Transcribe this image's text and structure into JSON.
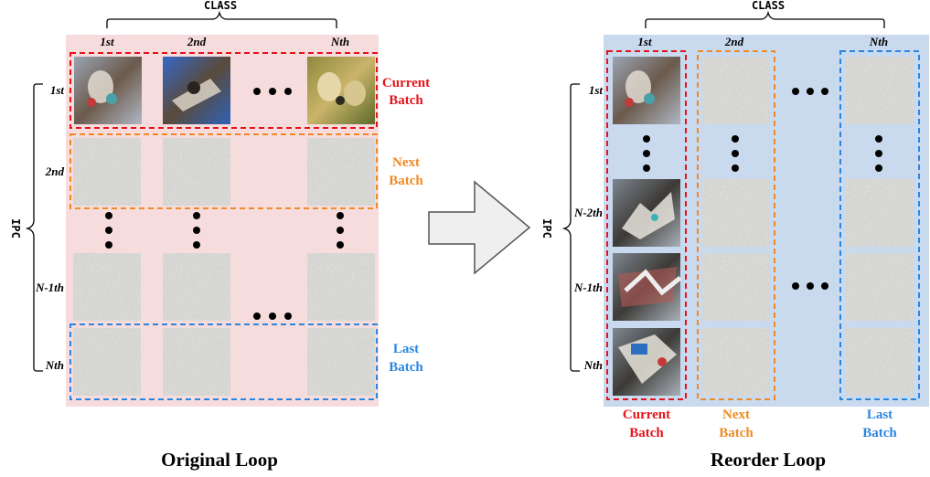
{
  "colors": {
    "left_bg": "#f6dcdc",
    "right_bg": "#c9d9ee",
    "current": "#e5141b",
    "next": "#f08a24",
    "last": "#2b86e0",
    "noise": "#7a7b72"
  },
  "left": {
    "class_label": "CLASS",
    "ipc_label": "IPC",
    "columns": [
      "1st",
      "2nd",
      "Nth"
    ],
    "rows": [
      "1st",
      "2nd",
      "N-1th",
      "Nth"
    ],
    "batches": {
      "current": [
        "Current",
        "Batch"
      ],
      "next": [
        "Next",
        "Batch"
      ],
      "last": [
        "Last",
        "Batch"
      ]
    },
    "title": "Original Loop"
  },
  "right": {
    "class_label": "CLASS",
    "ipc_label": "IPC",
    "columns": [
      "1st",
      "2nd",
      "Nth"
    ],
    "rows": [
      "1st",
      "N-2th",
      "N-1th",
      "Nth"
    ],
    "batches": {
      "current": [
        "Current",
        "Batch"
      ],
      "next": [
        "Next",
        "Batch"
      ],
      "last": [
        "Last",
        "Batch"
      ]
    },
    "title": "Reorder Loop"
  },
  "icons": [
    "arrow-right-icon"
  ]
}
